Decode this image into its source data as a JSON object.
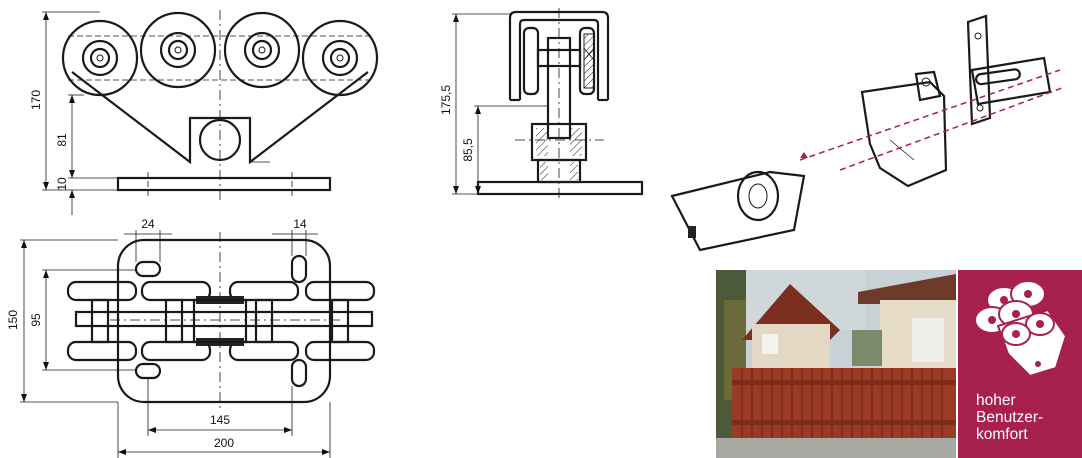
{
  "dimensions": {
    "front_height": "170",
    "front_mid": "81",
    "front_base": "10",
    "side_height": "175,5",
    "side_mid": "85,5",
    "top_width": "150",
    "top_inner": "95",
    "top_left_slot": "24",
    "top_right_slot": "14",
    "top_holes": "145",
    "top_overall": "200"
  },
  "feature_panel": {
    "lines": [
      "hoher",
      "Benutzer-",
      "komfort"
    ]
  },
  "colors": {
    "panel_bg": "#a8204e",
    "fence": "#9b3a25",
    "sky": "#c8d2d6",
    "roof": "#7a2f1f"
  },
  "icons": {
    "panel_icon": "roller-carriage-icon",
    "photo": "sliding-gate-photo"
  }
}
